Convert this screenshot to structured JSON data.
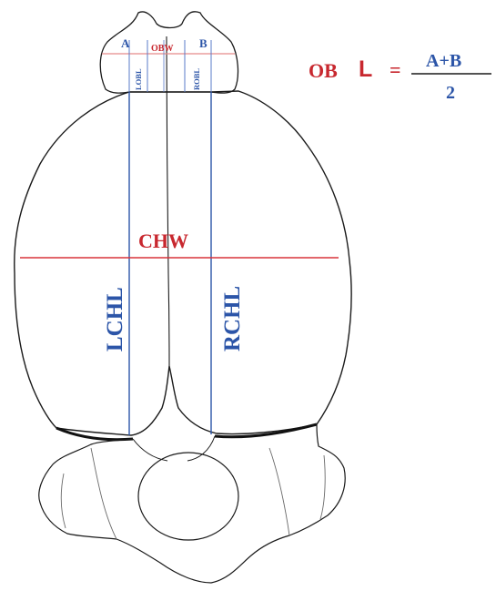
{
  "labels": {
    "a": "A",
    "b": "B",
    "obw": "OBW",
    "lobl": "LOBL",
    "robl": "ROBL",
    "chw": "CHW",
    "lchl": "LCHL",
    "rchl": "RCHL"
  },
  "formula": {
    "ob": "OB",
    "l": "L",
    "equals": "=",
    "numerator": "A+B",
    "denominator": "2"
  },
  "colors": {
    "outline": "#1a1a1a",
    "measure_red": "#d8333a",
    "measure_blue": "#2c55a8",
    "guide_pink": "#e58a8a"
  }
}
